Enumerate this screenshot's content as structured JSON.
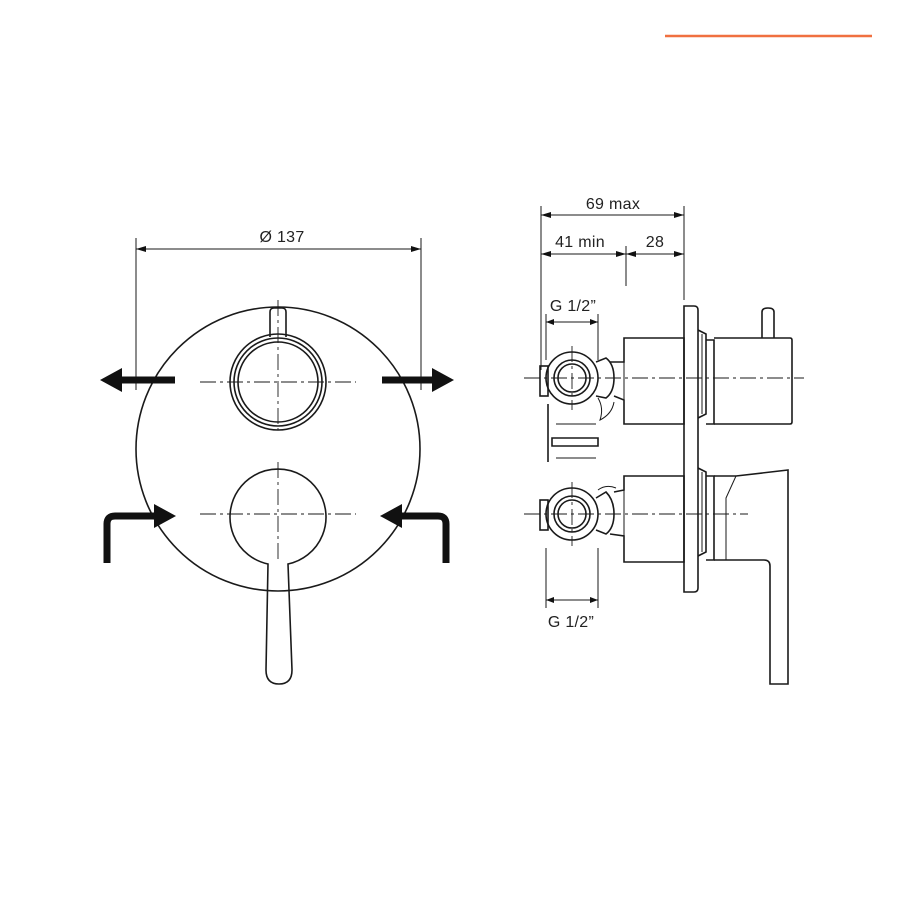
{
  "colors": {
    "accent": "#f07040",
    "line": "#1a1a1a"
  },
  "front_view": {
    "diameter_label": "Ø 137"
  },
  "side_view": {
    "overall_depth_label": "69 max",
    "min_depth_label": "41 min",
    "plate_depth_label": "28",
    "top_thread_label": "G 1/2”",
    "bottom_thread_label": "G 1/2”"
  }
}
